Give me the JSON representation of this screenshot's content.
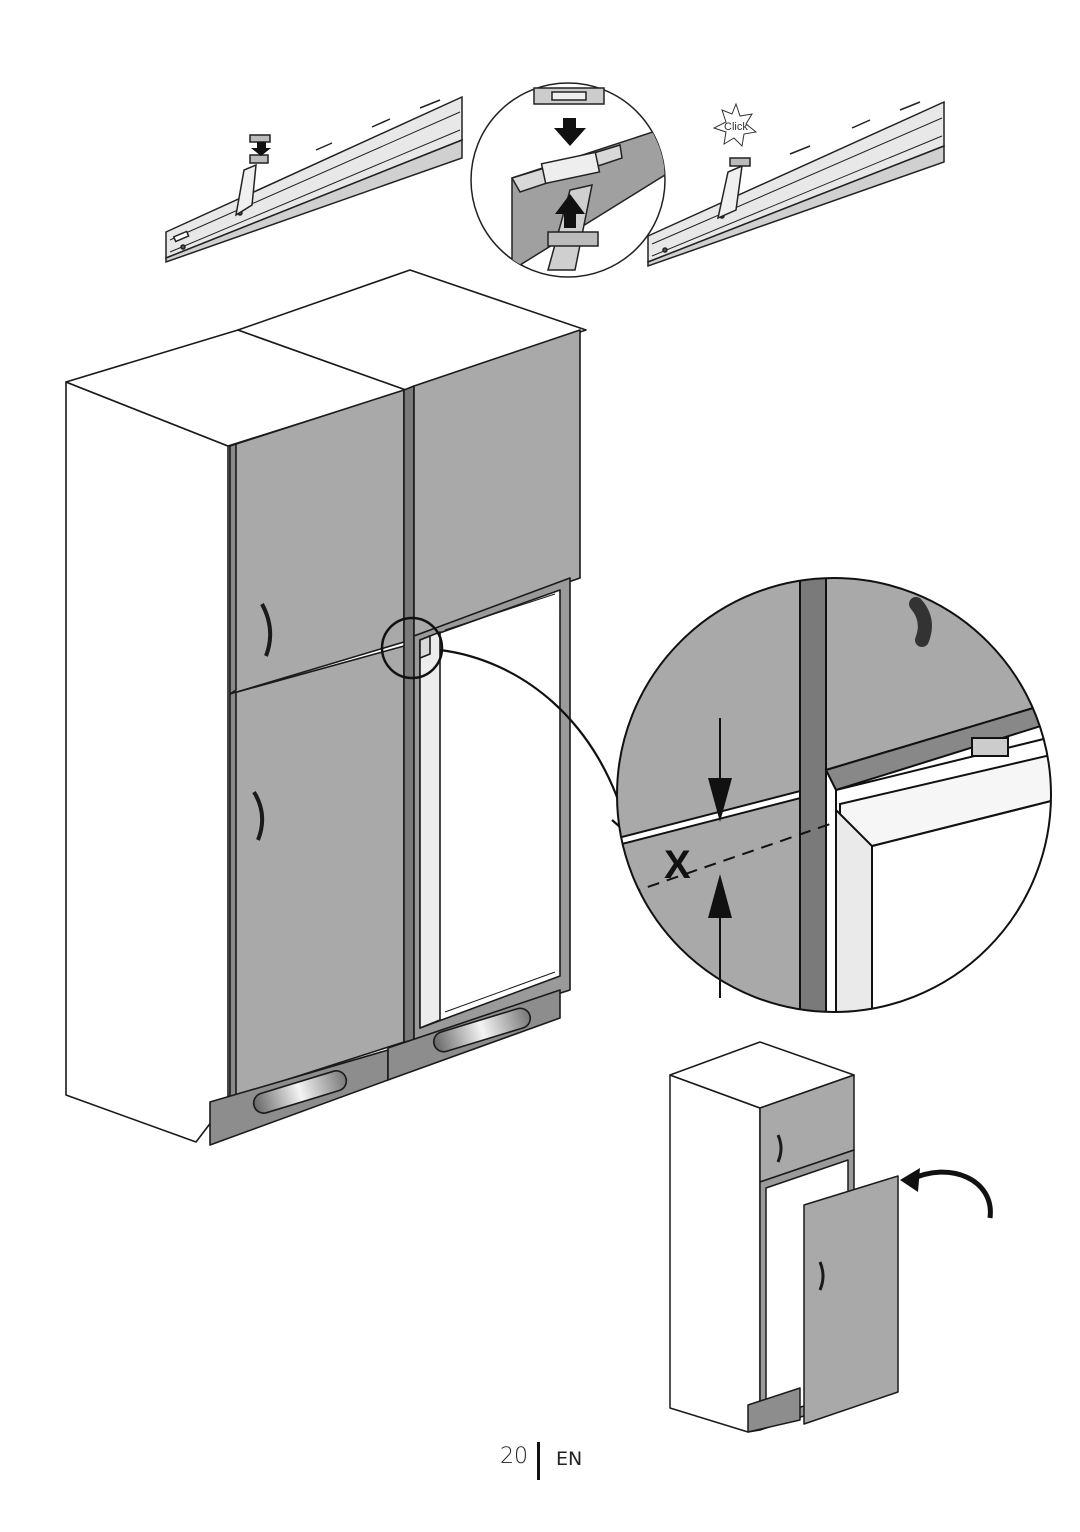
{
  "illustration": {
    "click_label": "Click",
    "dimension_label": "X"
  },
  "footer": {
    "page_number": "20",
    "language": "EN"
  },
  "colors": {
    "door_panel": "#a9a9a9",
    "door_edge": "#7a7a7a",
    "cabinet": "#ffffff",
    "plinth": "#8d8d8d",
    "line": "#1a1a1a"
  }
}
